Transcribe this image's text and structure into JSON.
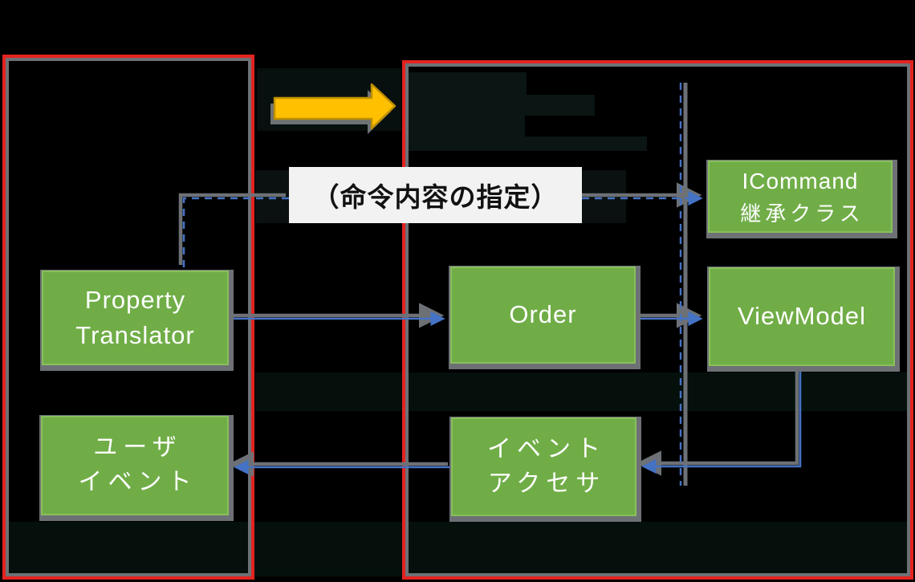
{
  "diagram_title": "MVVM command flow diagram",
  "colors": {
    "background": "#000000",
    "frame_red": "#e42320",
    "node_green_fill": "#70ad47",
    "node_green_border": "#8abf5c",
    "connector_blue": "#4472c4",
    "shadow_gray": "#6d7175",
    "flow_arrow_yellow_fill": "#ffc000",
    "flow_arrow_yellow_border": "#bf8f00",
    "label_bg": "#f2f2f2",
    "label_text": "#111111"
  },
  "label": {
    "text": "（命令内容の指定）"
  },
  "nodes": {
    "icommand": {
      "line1": "ICommand",
      "line2": "継承クラス"
    },
    "property_translator": {
      "line1": "Property",
      "line2": "Translator"
    },
    "order": {
      "line1": "Order"
    },
    "viewmodel": {
      "line1": "ViewModel"
    },
    "user_event": {
      "line1": "ユーザ",
      "line2": "イベント"
    },
    "event_accessor": {
      "line1": "イベント",
      "line2": "アクセサ"
    }
  }
}
